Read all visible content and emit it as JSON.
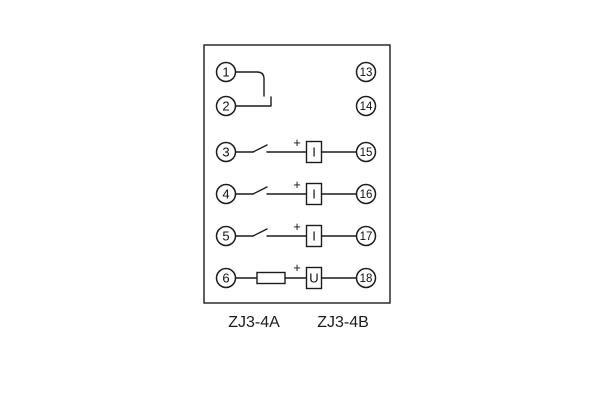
{
  "caption": {
    "model_a": "ZJ3-4A",
    "model_b": "ZJ3-4B"
  },
  "labels": {
    "plus": "+",
    "current": "I",
    "voltage": "U"
  },
  "terminals": {
    "left": [
      "1",
      "2",
      "3",
      "4",
      "5",
      "6"
    ],
    "right": [
      "13",
      "14",
      "15",
      "16",
      "17",
      "18"
    ]
  },
  "colors": {
    "line": "#1c1c1c",
    "background": "#ffffff"
  }
}
